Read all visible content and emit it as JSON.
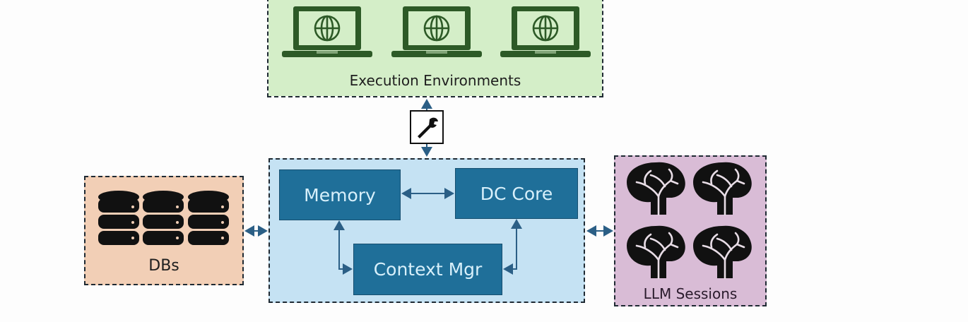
{
  "diagram": {
    "groups": {
      "execution": {
        "label": "Execution Environments",
        "color": "#d4eec8",
        "icon": "laptop-globe-icon",
        "icon_count": 3
      },
      "dc": {
        "color": "#c5e2f3"
      },
      "dbs": {
        "label": "DBs",
        "color": "#f2cfb6",
        "icon": "database-icon",
        "icon_count": 3
      },
      "llm": {
        "label": "LLM Sessions",
        "color": "#d9bcd6",
        "icon": "brain-icon",
        "icon_count": 4
      }
    },
    "modules": {
      "memory": "Memory",
      "dc_core": "DC Core",
      "context_mgr": "Context Mgr"
    },
    "tool_icon": "wrench-icon",
    "edges": [
      [
        "Execution Environments",
        "Tools"
      ],
      [
        "Tools",
        "DC"
      ],
      [
        "DBs",
        "DC"
      ],
      [
        "DC",
        "LLM Sessions"
      ],
      [
        "Memory",
        "DC Core"
      ],
      [
        "Memory",
        "Context Mgr"
      ],
      [
        "DC Core",
        "Context Mgr"
      ]
    ],
    "colors": {
      "module_fill": "#1f6f99",
      "arrow": "#2b5f86",
      "icon_dark": "#2d5a27"
    }
  }
}
